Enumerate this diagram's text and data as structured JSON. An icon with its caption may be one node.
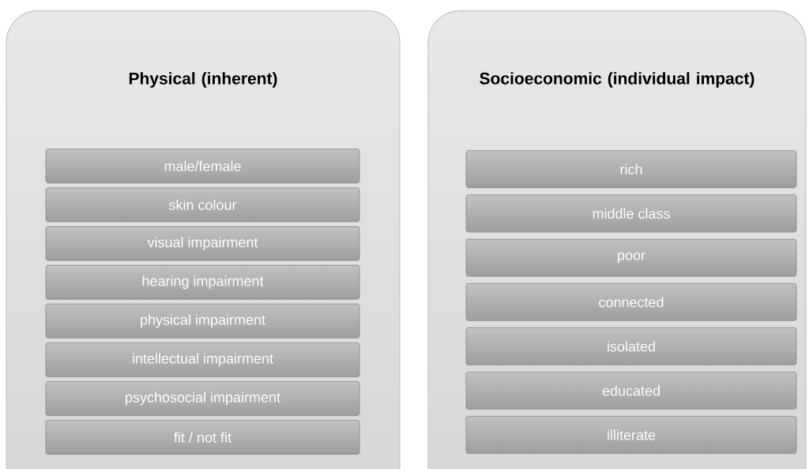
{
  "diagram": {
    "nodes": [
      {
        "text": [
          "Physical (inherent)"
        ]
      },
      {
        "text": [
          "male/female"
        ],
        "in": 0
      },
      {
        "text": [
          "skin colour"
        ],
        "in": 0
      },
      {
        "text": [
          "visual impairment"
        ],
        "in": 0
      },
      {
        "text": [
          "hearing impairment"
        ],
        "in": 0
      },
      {
        "text": [
          "physical impairment"
        ],
        "in": 0
      },
      {
        "text": [
          "intellectual impairment"
        ],
        "in": 0
      },
      {
        "text": [
          "psychosocial impairment"
        ],
        "in": 0
      },
      {
        "text": [
          "fit / not fit"
        ],
        "in": 0
      },
      {
        "text": [
          "Socioeconomic (individual impact)"
        ]
      },
      {
        "text": [
          "rich"
        ],
        "in": 9
      },
      {
        "text": [
          "middle class"
        ],
        "in": 9
      },
      {
        "text": [
          "poor"
        ],
        "in": 9
      },
      {
        "text": [
          "connected"
        ],
        "in": 9
      },
      {
        "text": [
          "isolated"
        ],
        "in": 9
      },
      {
        "text": [
          "educated"
        ],
        "in": 9
      },
      {
        "text": [
          "illiterate"
        ],
        "in": 9
      }
    ]
  }
}
